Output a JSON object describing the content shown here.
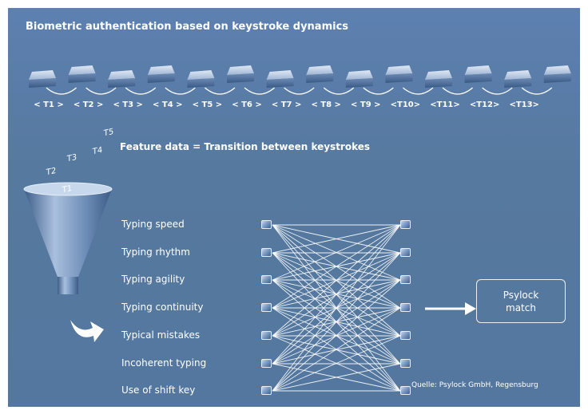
{
  "title": "Biometric authentication based on keystroke dynamics",
  "subtitle": "Feature data = Transition between keystrokes",
  "transition_labels": [
    "< T1 >",
    "< T2 >",
    "< T3 >",
    "< T4 >",
    "< T5 >",
    "< T6 >",
    "< T7 >",
    "< T8 >",
    "< T9 >",
    "<T10>",
    "<T11>",
    "<T12>",
    "<T13>"
  ],
  "funnel_tags": [
    "T1",
    "T2",
    "T3",
    "T4",
    "T5"
  ],
  "features": [
    "Typing speed",
    "Typing rhythm",
    "Typing agility",
    "Typing continuity",
    "Typical mistakes",
    "Incoherent typing",
    "Use of shift key"
  ],
  "result": {
    "line1": "Psylock",
    "line2": "match"
  },
  "source": "Quelle: Psylock GmbH, Regensburg",
  "colors": {
    "background": "#587ba6",
    "foreground": "#ffffff"
  }
}
